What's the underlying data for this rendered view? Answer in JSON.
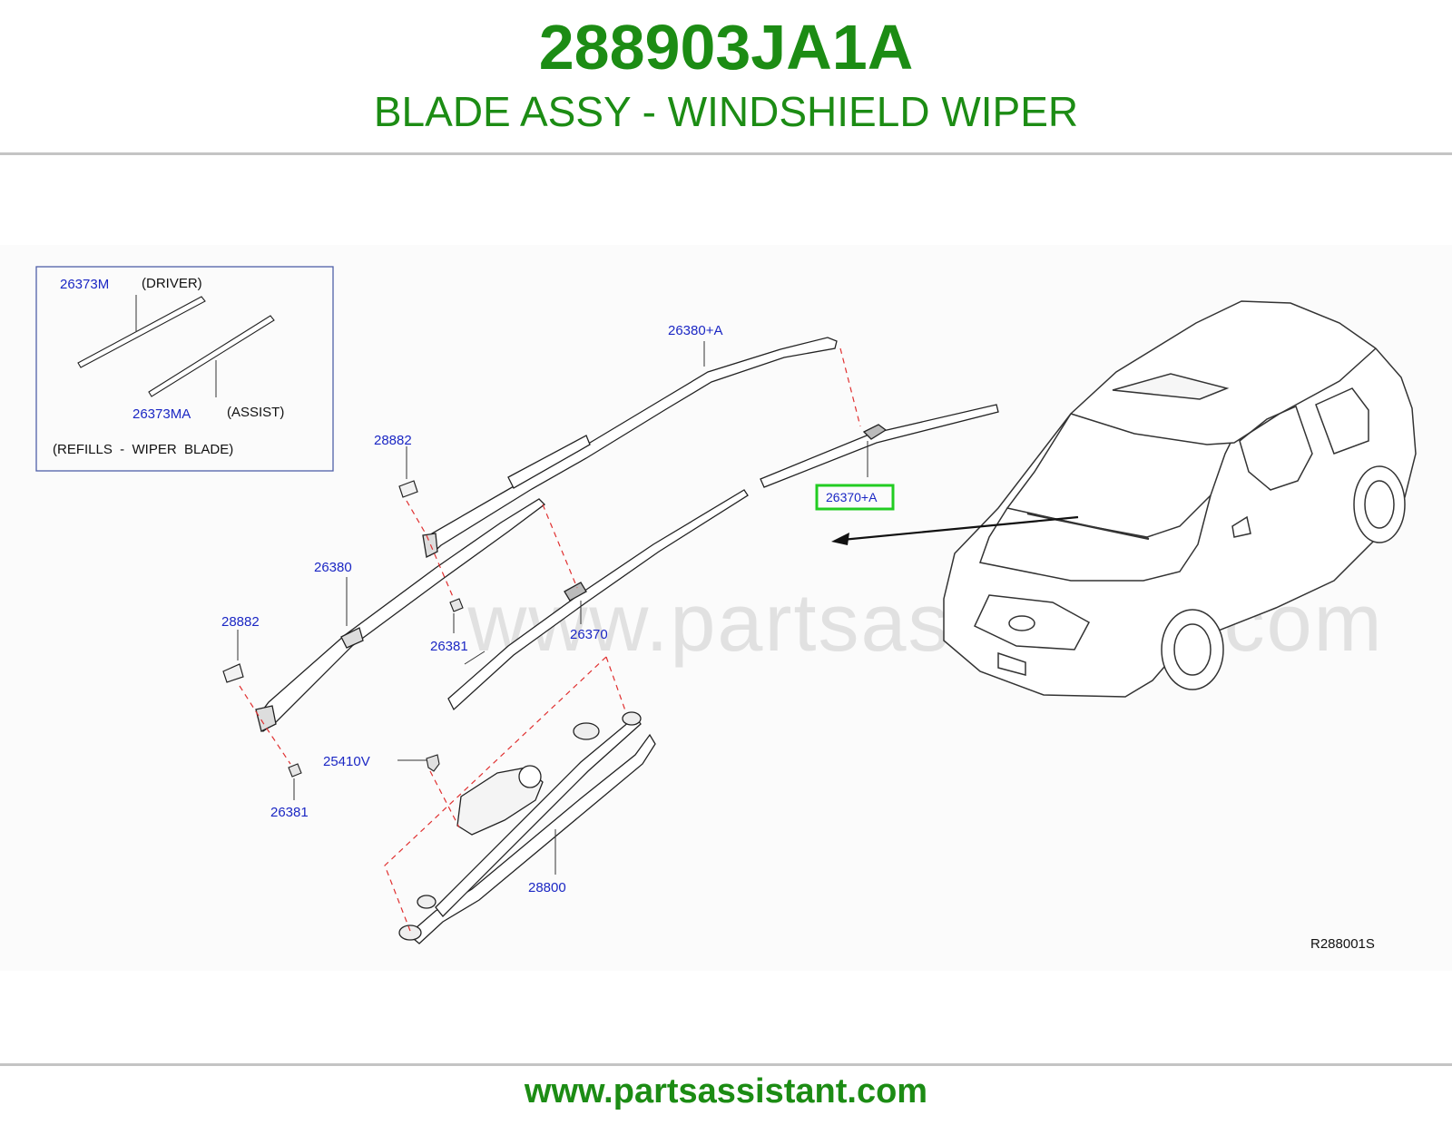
{
  "header": {
    "part_number": "288903JA1A",
    "part_title": "BLADE ASSY - WINDSHIELD WIPER"
  },
  "diagram": {
    "refills_box": {
      "driver_code": "26373M",
      "driver_label": "(DRIVER)",
      "assist_code": "26373MA",
      "assist_label": "(ASSIST)",
      "caption": "(REFILLS  -  WIPER  BLADE)"
    },
    "callouts": {
      "arm_assist": "26380+A",
      "blade_assist": "26370+A",
      "cap_upper": "28882",
      "arm_driver": "26380",
      "cap_lower": "28882",
      "nut_upper": "26381",
      "blade_driver": "26370",
      "bolt": "25410V",
      "nut_lower": "26381",
      "linkage": "28800"
    },
    "highlighted_callout": "26370+A",
    "highlight_color": "#22cc22",
    "callout_color": "#1b27c4",
    "leader_dash_color": "#e03030",
    "watermark": "www.partsassistant.com",
    "drawing_ref": "R288001S"
  },
  "footer": {
    "url": "www.partsassistant.com"
  },
  "colors": {
    "brand_green": "#1c8c14",
    "rule_gray": "#c4c4c4"
  }
}
